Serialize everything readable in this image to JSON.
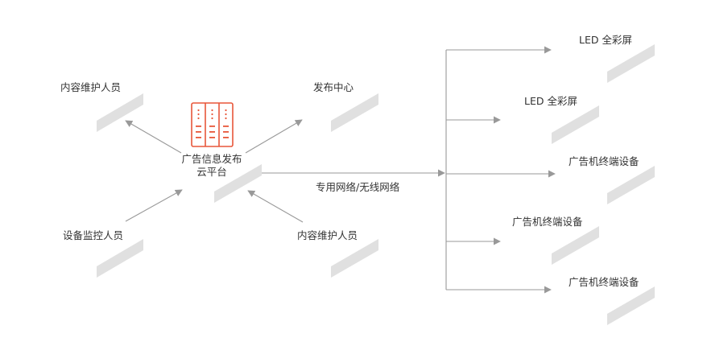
{
  "platform": {
    "line1": "广告信息发布",
    "line2": "云平台"
  },
  "roles": {
    "top_left": "内容维护人员",
    "top_right": "发布中心",
    "bottom_left": "设备监控人员",
    "bottom_right": "内容维护人员"
  },
  "network": {
    "label": "专用网络/无线网络"
  },
  "terminals": [
    {
      "label": "LED 全彩屏"
    },
    {
      "label": "LED 全彩屏"
    },
    {
      "label": "广告机终端设备"
    },
    {
      "label": "广告机终端设备"
    },
    {
      "label": "广告机终端设备"
    }
  ],
  "colors": {
    "server_icon": "#e8573a",
    "arrows": "#999999",
    "stripes": "#e0e0e0",
    "text": "#333333"
  },
  "icons": {
    "server": "server-rack-icon"
  }
}
